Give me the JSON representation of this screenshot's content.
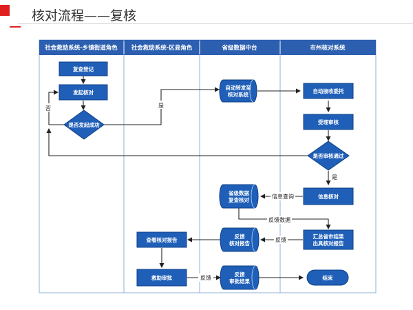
{
  "page": {
    "title": "核对流程——复核"
  },
  "colors": {
    "accent_red": "#e02020",
    "lane_header": "#2c5fb0",
    "node_fill": "#1f5fb8",
    "node_stroke": "#0f3f86",
    "lane_border": "#8fb0da"
  },
  "lanes": [
    {
      "title": "社会救助系统-乡镇街道角色"
    },
    {
      "title": "社会救助系统-区县角色"
    },
    {
      "title": "省级数据中台"
    },
    {
      "title": "市州核对系统"
    }
  ],
  "nodes": {
    "review_register": {
      "label": [
        "复查登记"
      ],
      "shape": "rect"
    },
    "initiate_check": {
      "label": [
        "发起核对"
      ],
      "shape": "rect"
    },
    "initiate_success": {
      "label": [
        "是否发起成功"
      ],
      "shape": "diamond"
    },
    "auto_forward": {
      "label": [
        "自动转发至",
        "核对系统"
      ],
      "shape": "cylinder"
    },
    "auto_receive": {
      "label": [
        "自动接收委托"
      ],
      "shape": "rect"
    },
    "accept_review": {
      "label": [
        "受理审核"
      ],
      "shape": "rect"
    },
    "review_passed": {
      "label": [
        "是否审核通过"
      ],
      "shape": "diamond"
    },
    "info_check": {
      "label": [
        "信息核对"
      ],
      "shape": "rect"
    },
    "prov_data": {
      "label": [
        "省级数据",
        "复查核对"
      ],
      "shape": "cylinder"
    },
    "summary": {
      "label": [
        "汇总省市结果",
        "出具核对报告"
      ],
      "shape": "rect"
    },
    "feedback_report": {
      "label": [
        "反馈",
        "核对报告"
      ],
      "shape": "cylinder"
    },
    "view_report": {
      "label": [
        "查看核对报告"
      ],
      "shape": "rect"
    },
    "aid_approval": {
      "label": [
        "救助审批"
      ],
      "shape": "rect"
    },
    "feedback_result": {
      "label": [
        "反馈",
        "审批结果"
      ],
      "shape": "cylinder"
    },
    "end": {
      "label": [
        "结束"
      ],
      "shape": "rounded"
    }
  },
  "edge_labels": {
    "no": "否",
    "yes_forward": "是",
    "yes_passed": "是",
    "info_query": "信息查询",
    "feedback_data": "反馈数据",
    "feedback_1": "反馈",
    "feedback_2": "反馈"
  }
}
